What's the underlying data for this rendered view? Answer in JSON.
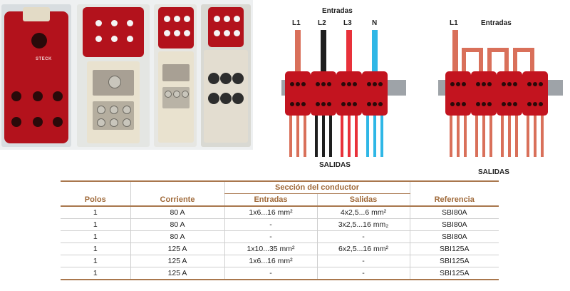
{
  "photo_label": "STECK",
  "diagram_left": {
    "title": "Entradas",
    "inputs": [
      "L1",
      "L2",
      "L3",
      "N"
    ],
    "outputs_label": "SALIDAS",
    "colors": {
      "L1": "#d9705a",
      "L2": "#1e1e1e",
      "L3": "#e8313a",
      "N": "#2fb7e6"
    }
  },
  "diagram_right": {
    "title": "Entradas",
    "input": "L1",
    "outputs_label": "SALIDAS",
    "colors": {
      "bridge": "#d9705a"
    }
  },
  "table": {
    "group_header": "Sección del conductor",
    "headers": [
      "Polos",
      "Corriente",
      "Entradas",
      "Salidas",
      "Referencia"
    ],
    "rows": [
      [
        "1",
        "80 A",
        "1x6...16 mm²",
        "4x2,5...6 mm²",
        "SBI80A"
      ],
      [
        "1",
        "80 A",
        "-",
        "3x2,5...16 mm₂",
        "SBI80A"
      ],
      [
        "1",
        "80 A",
        "-",
        "-",
        "SBI80A"
      ],
      [
        "1",
        "125 A",
        "1x10...35 mm²",
        "6x2,5...16 mm²",
        "SBI125A"
      ],
      [
        "1",
        "125 A",
        "1x6...16 mm²",
        "-",
        "SBI125A"
      ],
      [
        "1",
        "125 A",
        "-",
        "-",
        "SBI125A"
      ]
    ]
  },
  "colors": {
    "accent": "#a06a3a",
    "block_red": "#b3121c"
  }
}
